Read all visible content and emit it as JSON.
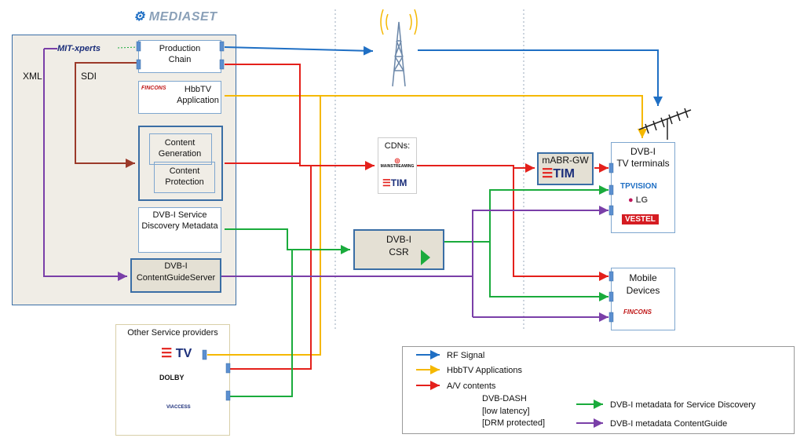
{
  "mediaset": "MEDIASET",
  "mitxperts": "MIT-xperts",
  "xml_label": "XML",
  "sdi_label": "SDI",
  "production_chain": "Production Chain",
  "fincons": "FINCONS",
  "hbbtv_app": "HbbTV Application",
  "content_generation": "Content Generation",
  "content_protection": "Content Protection",
  "dvbi_sd_meta": "DVB-I Service Discovery Metadata",
  "dvbi_cgs_line1": "DVB-I",
  "dvbi_cgs_line2": "ContentGuideServer",
  "cdns_title": "CDNs:",
  "mainstreaming": "MAINSTREAMING",
  "tim": "TIM",
  "dvbi_csr_line1": "DVB-I",
  "dvbi_csr_line2": "CSR",
  "mabr_gw": "mABR-GW",
  "dvbi_tv_line1": "DVB-I",
  "dvbi_tv_line2": "TV terminals",
  "tpvision": "TPVISION",
  "lg": "LG",
  "vestel": "VESTEL",
  "mobile_line1": "Mobile",
  "mobile_line2": "Devices",
  "other_sp": "Other Service providers",
  "tv_logo": "TV",
  "dolby": "DOLBY",
  "viaccess": "VIACCESS",
  "legend": {
    "rf": "RF Signal",
    "hbbtv": "HbbTV Applications",
    "av": "A/V contents",
    "dash1": "DVB-DASH",
    "dash2": "[low latency]",
    "dash3": "[DRM protected]",
    "sd": "DVB-I metadata for Service Discovery",
    "cg": "DVB-I metadata ContentGuide"
  },
  "colors": {
    "rf": "#1f6fc4",
    "hbbtv": "#f5b800",
    "av": "#e4201b",
    "sd": "#1aab3c",
    "cg": "#7a3fa8",
    "sdi": "#9b3a2a",
    "box_border": "#3a6ea5",
    "mediaset_bg": "#f0ede6"
  }
}
